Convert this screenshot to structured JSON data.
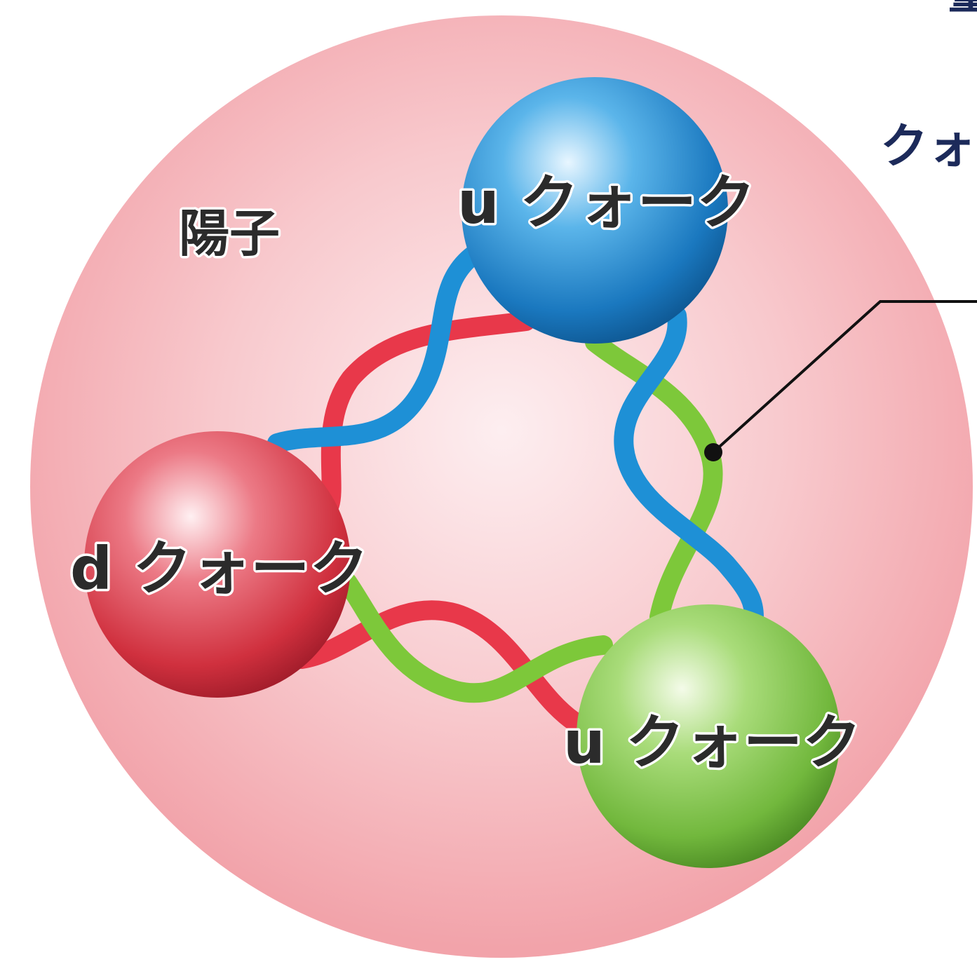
{
  "particle": {
    "name": "陽子"
  },
  "quarks": [
    {
      "id": "top",
      "label": "u クォーク",
      "color": "#1e86c8"
    },
    {
      "id": "left",
      "label": "d クォーク",
      "color": "#d9343f"
    },
    {
      "id": "bottom-right",
      "label": "u クォーク",
      "color": "#7cc243"
    }
  ],
  "side_text": {
    "cut_top": "量",
    "cut_middle": "クォ"
  },
  "colors": {
    "proton_fill": "#f6b3b8",
    "proton_center": "#fdeef0",
    "string_red": "#e8384a",
    "string_blue": "#1e90d6",
    "string_green": "#7dc83a",
    "pointer_line": "#111111",
    "side_text": "#1c2a5a"
  }
}
